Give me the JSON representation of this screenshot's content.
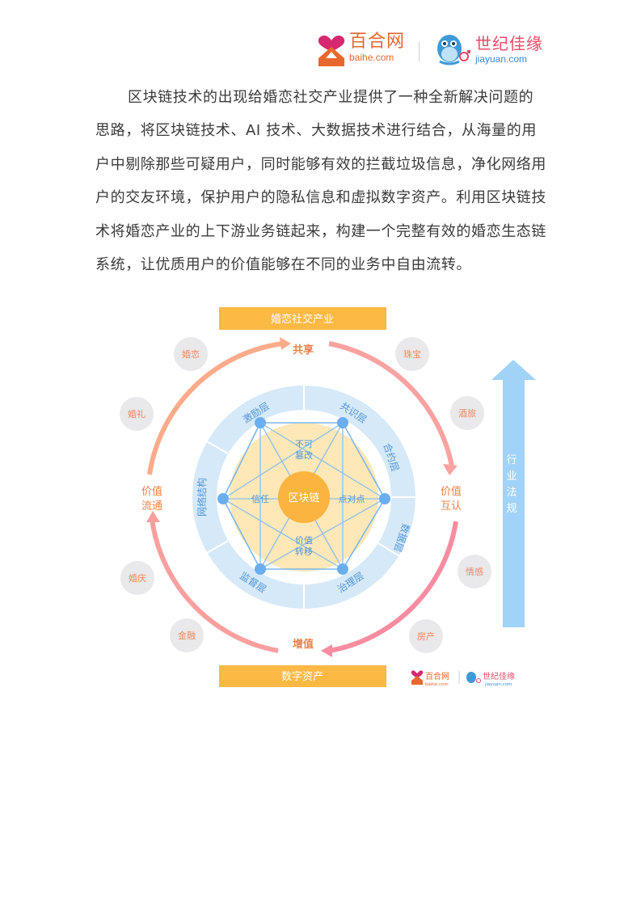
{
  "header": {
    "baihe": {
      "name_cn": "百合网",
      "domain": "baihe.com",
      "colors": {
        "mark": "#e8672c",
        "heart": "#d6286f"
      }
    },
    "jiayuan": {
      "name_cn": "世纪佳缘",
      "domain": "jiayuan.com",
      "colors": {
        "text": "#e94a68",
        "domain": "#3a8ad6",
        "mascot": "#3f9ad8"
      }
    }
  },
  "article": {
    "lines": [
      "区块链技术的出现给婚恋社交产业提供了一种全新解决问题的",
      "思路，将区块链技术、AI 技术、大数据技术进行结合，从海量的用",
      "户中剔除那些可疑用户，同时能够有效的拦截垃圾信息，净化网络用",
      "户的交友环境，保护用户的隐私信息和虚拟数字资产。利用区块链技",
      "术将婚恋产业的上下游业务链起来，构建一个完整有效的婚恋生态链",
      "系统，让优质用户的价值能够在不同的业务中自由流转。"
    ]
  },
  "diagram": {
    "top_banner": "婚恋社交产业",
    "bottom_banner": "数字资产",
    "side_arrow_label": "行业法规",
    "cycle_labels": {
      "top": "共享",
      "right_line1": "价值",
      "right_line2": "互认",
      "bottom": "增值",
      "left_line1": "价值",
      "left_line2": "流通"
    },
    "satellites": [
      {
        "label": "婚恋"
      },
      {
        "label": "珠宝"
      },
      {
        "label": "婚礼"
      },
      {
        "label": "酒旅"
      },
      {
        "label": "婚庆"
      },
      {
        "label": "情感"
      },
      {
        "label": "金融"
      },
      {
        "label": "房产"
      }
    ],
    "ring_layers": [
      "激励层",
      "共识层",
      "合约层",
      "网络结构",
      "数据层",
      "监督层",
      "治理层"
    ],
    "core_properties": {
      "top_line1": "不可",
      "top_line2": "篡改",
      "left": "信任",
      "right": "点对点",
      "bottom_line1": "价值",
      "bottom_line2": "转移"
    },
    "center": "区块链",
    "footer_logo": {
      "baihe": "百合网",
      "baihe_domain": "baihe.com",
      "jiayuan": "世纪佳缘",
      "jiayuan_domain": "jiayuan.com"
    },
    "colors": {
      "banner": "#fcb944",
      "banner_text": "#ffffff",
      "cycle_text": "#ef8046",
      "arrow_top_left": "#fca98a",
      "arrow_right": "#f8909f",
      "satellite_bg": "#e9e8ea",
      "satellite_text": "#f08a5a",
      "ring": "#d6e9f8",
      "ring_text": "#4f95d8",
      "core_fill": "#fee8b8",
      "center_fill": "#fbb43f",
      "node": "#6aaef0",
      "side_arrow": "#a1d3f8"
    }
  }
}
